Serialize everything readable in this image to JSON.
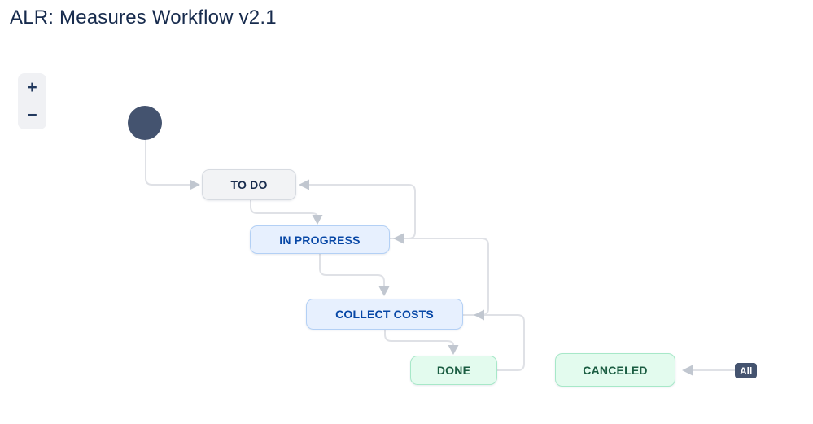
{
  "page": {
    "title": "ALR: Measures Workflow v2.1"
  },
  "zoom_controls": {
    "zoom_in": "+",
    "zoom_out": "−"
  },
  "workflow": {
    "statuses": [
      {
        "label": "TO DO",
        "category": "todo"
      },
      {
        "label": "IN PROGRESS",
        "category": "in-progress"
      },
      {
        "label": "COLLECT COSTS",
        "category": "in-progress"
      },
      {
        "label": "DONE",
        "category": "done"
      },
      {
        "label": "CANCELED",
        "category": "done"
      }
    ],
    "all_badge": "All",
    "transitions": [
      {
        "from": "start",
        "to": "TO DO"
      },
      {
        "from": "TO DO",
        "to": "IN PROGRESS"
      },
      {
        "from": "IN PROGRESS",
        "to": "COLLECT COSTS"
      },
      {
        "from": "COLLECT COSTS",
        "to": "DONE"
      },
      {
        "from": "IN PROGRESS",
        "to": "TO DO"
      },
      {
        "from": "COLLECT COSTS",
        "to": "IN PROGRESS"
      },
      {
        "from": "DONE",
        "to": "COLLECT COSTS"
      },
      {
        "from": "All",
        "to": "CANCELED"
      }
    ]
  },
  "colors": {
    "title_text": "#172b4d",
    "connector_line": "#dfe1e6",
    "arrowhead": "#c1c7d0",
    "start_node": "#44536f",
    "todo_bg": "#f2f3f5",
    "todo_border": "#d7dbe1",
    "todo_text": "#172b4d",
    "in_progress_bg": "#e7f0fe",
    "in_progress_border": "#b3d0f5",
    "in_progress_text": "#0747a6",
    "done_bg": "#e3fbee",
    "done_border": "#a7e8c8",
    "done_text": "#1a5c41",
    "all_badge_bg": "#44536f",
    "all_badge_text": "#ffffff"
  }
}
